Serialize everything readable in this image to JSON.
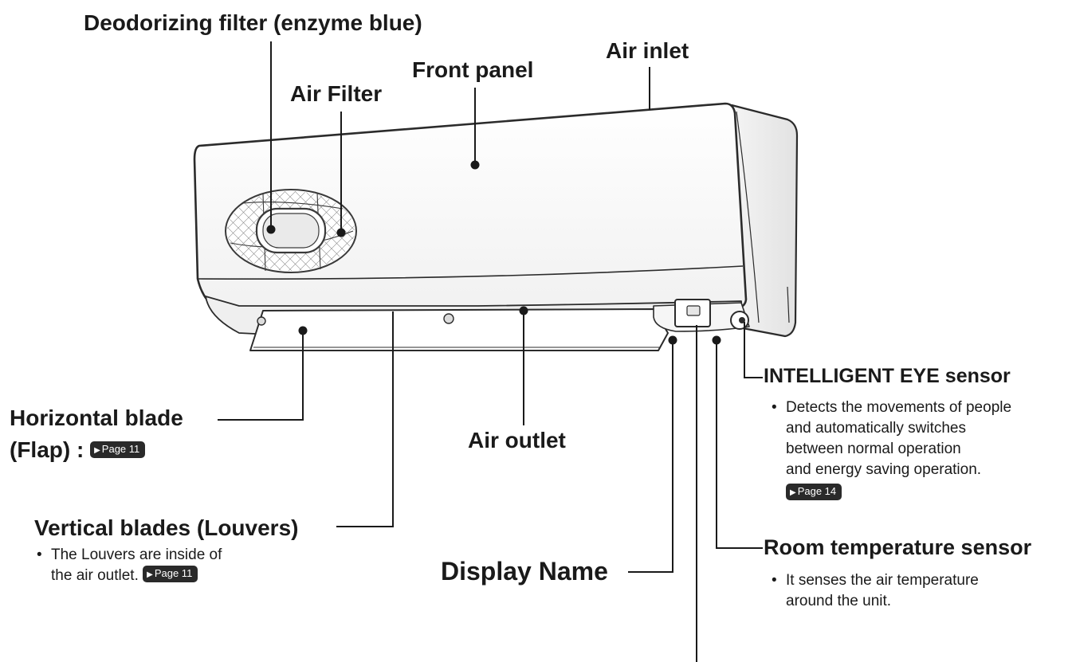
{
  "labels": {
    "deodorizing_filter": "Deodorizing filter (enzyme blue)",
    "front_panel": "Front panel",
    "air_inlet": "Air inlet",
    "air_filter": "Air Filter",
    "horizontal_blade_line1": "Horizontal blade",
    "horizontal_blade_line2": "(Flap) :",
    "air_outlet": "Air outlet",
    "vertical_blades": "Vertical blades (Louvers)",
    "display_name": "Display Name",
    "intelligent_eye": "INTELLIGENT EYE sensor",
    "room_temp": "Room temperature sensor"
  },
  "notes": {
    "bullet": "•",
    "vertical_blades": [
      "The Louvers are inside of",
      "the air outlet."
    ],
    "intelligent_eye": [
      "Detects the movements of people",
      "and automatically switches",
      "between normal operation",
      "and energy saving operation."
    ],
    "room_temp": [
      "It senses the air temperature",
      "around the unit."
    ]
  },
  "page_refs": {
    "horizontal_blade": "Page 11",
    "vertical_blades": "Page 11",
    "intelligent_eye": "Page 14"
  },
  "colors": {
    "line": "#1a1a1a",
    "badge_bg": "#2a2a2a",
    "unit_outline": "#2b2b2b"
  }
}
